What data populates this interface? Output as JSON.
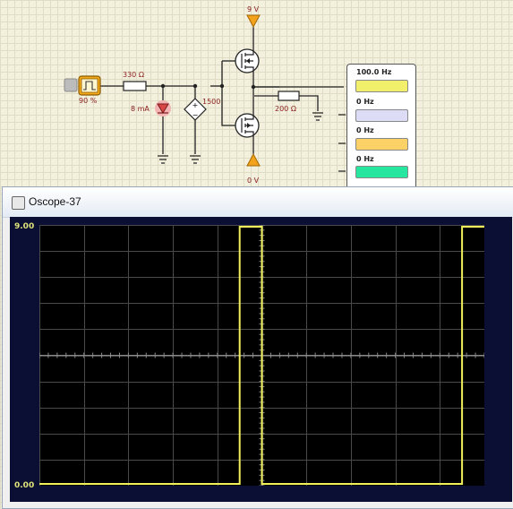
{
  "circuit": {
    "supply_top": "9 V",
    "supply_bottom": "0 V",
    "duty": "90 %",
    "resistor_in": "330 Ω",
    "current": "8 mA",
    "source_gain": "1500",
    "resistor_out": "200 Ω"
  },
  "channels": [
    {
      "freq": "100.0 Hz",
      "color": "#f2f06a"
    },
    {
      "freq": "0 Hz",
      "color": "#dcdcf6"
    },
    {
      "freq": "0 Hz",
      "color": "#fcd165"
    },
    {
      "freq": "0 Hz",
      "color": "#27e6a0"
    }
  ],
  "window": {
    "title": "Oscope-37"
  },
  "scope": {
    "y_top_label": "9.00",
    "y_bottom_label": "0.00",
    "trace_color": "#f0f05a"
  },
  "chart_data": {
    "type": "line",
    "title": "",
    "xlabel": "",
    "ylabel": "",
    "ylim": [
      0,
      9
    ],
    "xlim": [
      0,
      10
    ],
    "grid": true,
    "series": [
      {
        "x": [
          0,
          4.5,
          4.5,
          5.0,
          5.0,
          9.5,
          9.5,
          10
        ],
        "y": [
          0,
          0,
          9,
          9,
          0,
          0,
          9,
          9
        ]
      }
    ]
  }
}
